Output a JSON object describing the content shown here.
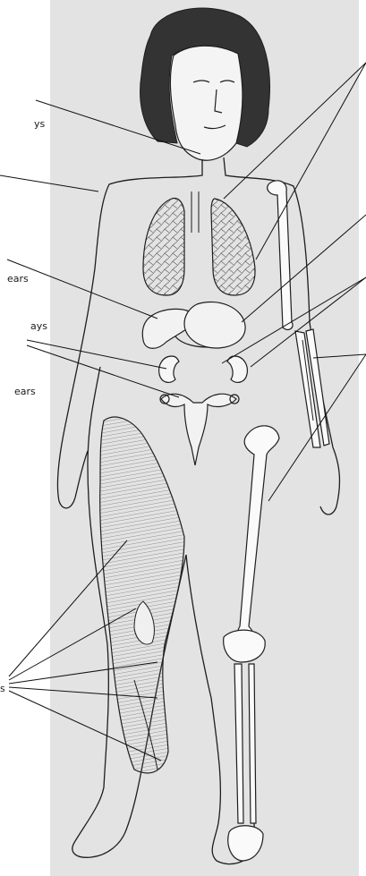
{
  "colors": {
    "panel": "#e3e3e3",
    "outline": "#1e1e1e",
    "leader": "#111111",
    "lung_fill": "#ededed",
    "muscle_fill": "#d4d4d4"
  },
  "labels": {
    "thyroid": "ys",
    "stomach": "ears",
    "kidneys": "ays",
    "uterus": "ears",
    "muscles": "s"
  },
  "figure": {
    "subject": "anatomical drawing of a standing woman",
    "left_leg": "muscles drawn",
    "right_side": "skeleton drawn (humerus, radius/ulna, femur, knee, tibia/fibula)"
  }
}
